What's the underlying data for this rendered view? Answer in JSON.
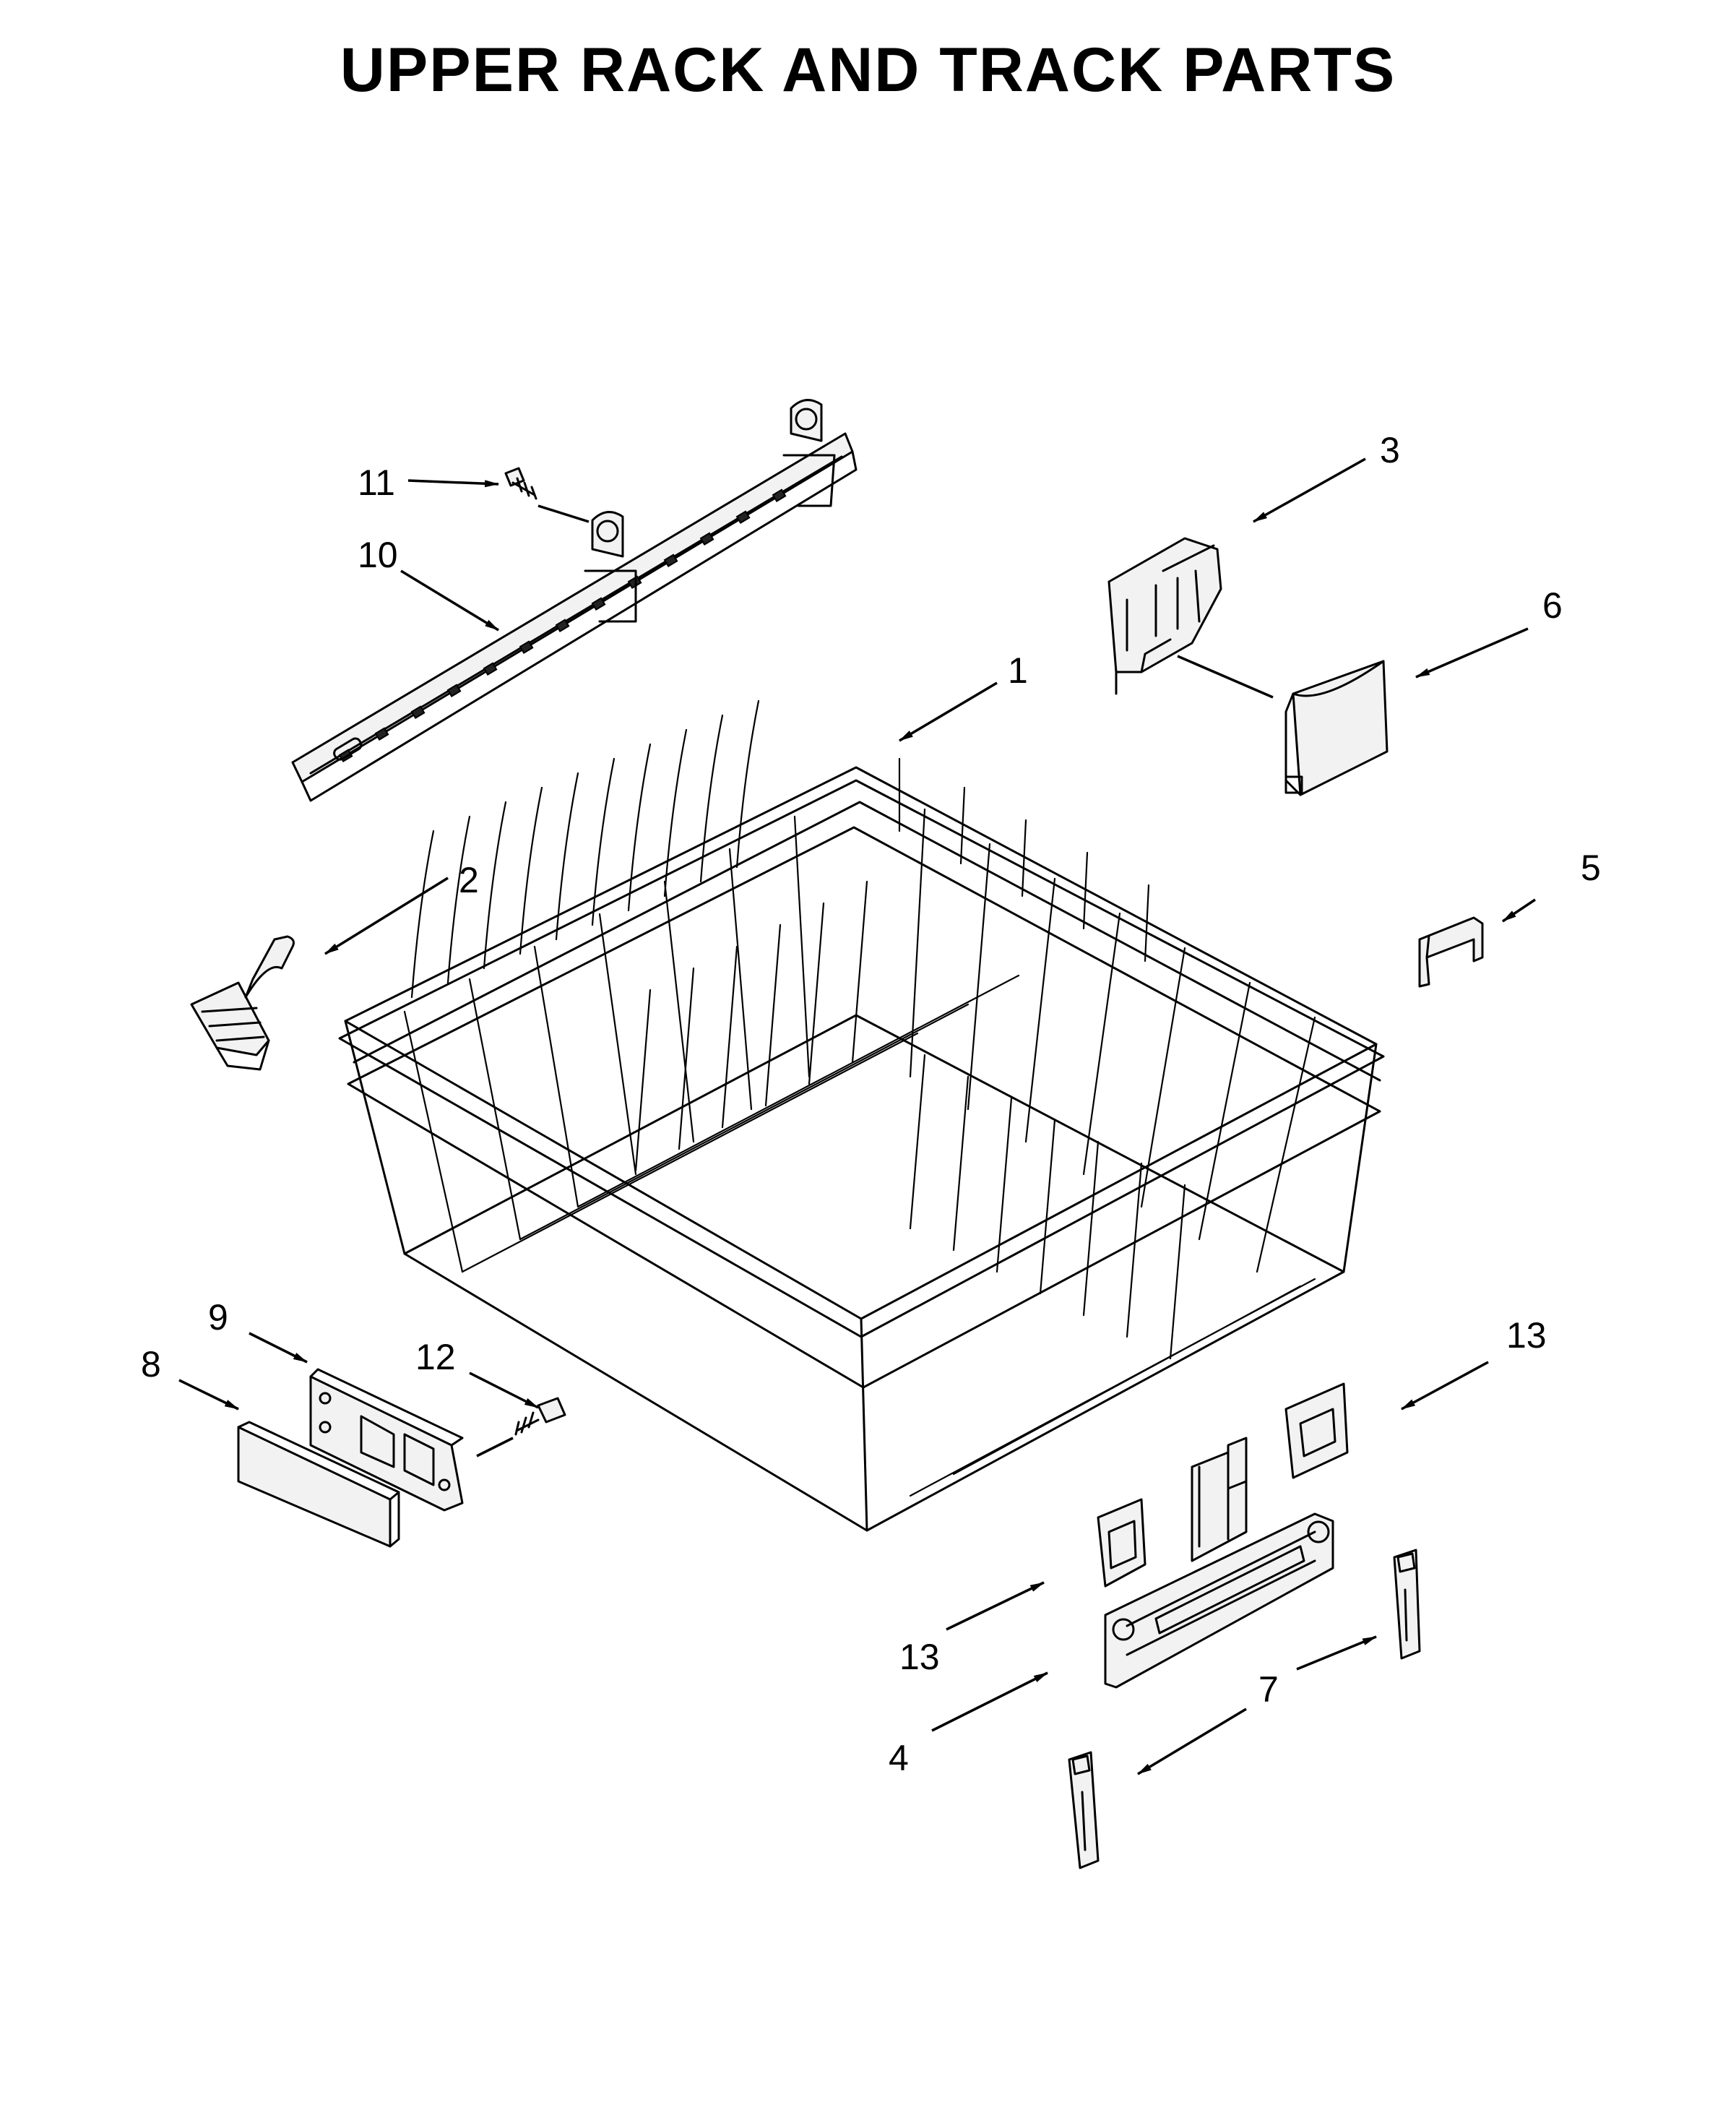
{
  "title": "UPPER RACK AND TRACK PARTS",
  "callouts": [
    {
      "id": "c1",
      "label": "1"
    },
    {
      "id": "c2",
      "label": "2"
    },
    {
      "id": "c3",
      "label": "3"
    },
    {
      "id": "c4",
      "label": "4"
    },
    {
      "id": "c5",
      "label": "5"
    },
    {
      "id": "c6",
      "label": "6"
    },
    {
      "id": "c7",
      "label": "7"
    },
    {
      "id": "c8",
      "label": "8"
    },
    {
      "id": "c9",
      "label": "9"
    },
    {
      "id": "c10",
      "label": "10"
    },
    {
      "id": "c11",
      "label": "11"
    },
    {
      "id": "c12",
      "label": "12"
    },
    {
      "id": "c13a",
      "label": "13"
    },
    {
      "id": "c13b",
      "label": "13"
    }
  ]
}
